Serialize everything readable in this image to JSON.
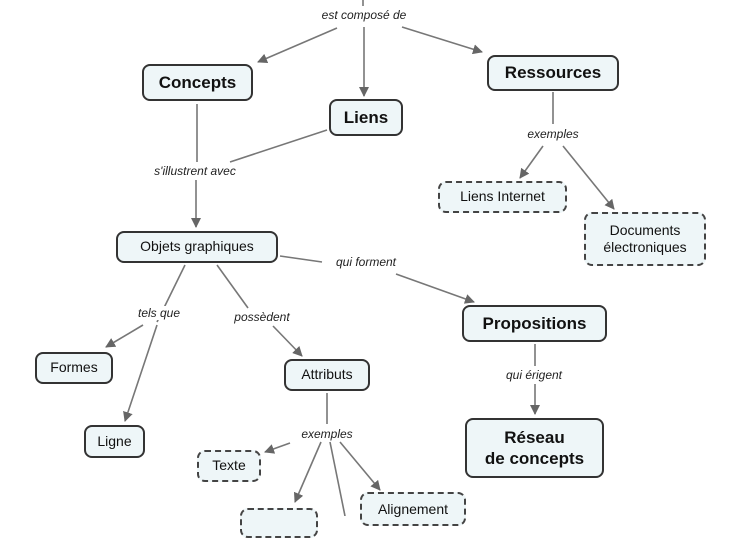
{
  "nodes": {
    "concepts": "Concepts",
    "liens": "Liens",
    "ressources": "Ressources",
    "liens_internet": "Liens Internet",
    "documents_1": "Documents",
    "documents_2": "électroniques",
    "objets": "Objets graphiques",
    "propositions": "Propositions",
    "formes": "Formes",
    "attributs": "Attributs",
    "ligne": "Ligne",
    "reseau_1": "Réseau",
    "reseau_2": "de concepts",
    "texte": "Texte",
    "alignement": "Alignement"
  },
  "links": {
    "est_compose_de": "est composé de",
    "s_illustrent_avec": "s'illustrent avec",
    "exemples_ressources": "exemples",
    "qui_forment": "qui forment",
    "tels_que": "tels que",
    "possedent": "possèdent",
    "qui_erigent": "qui érigent",
    "exemples_attributs": "exemples"
  },
  "colors": {
    "node_fill": "#eef6f8",
    "line": "#777777"
  }
}
